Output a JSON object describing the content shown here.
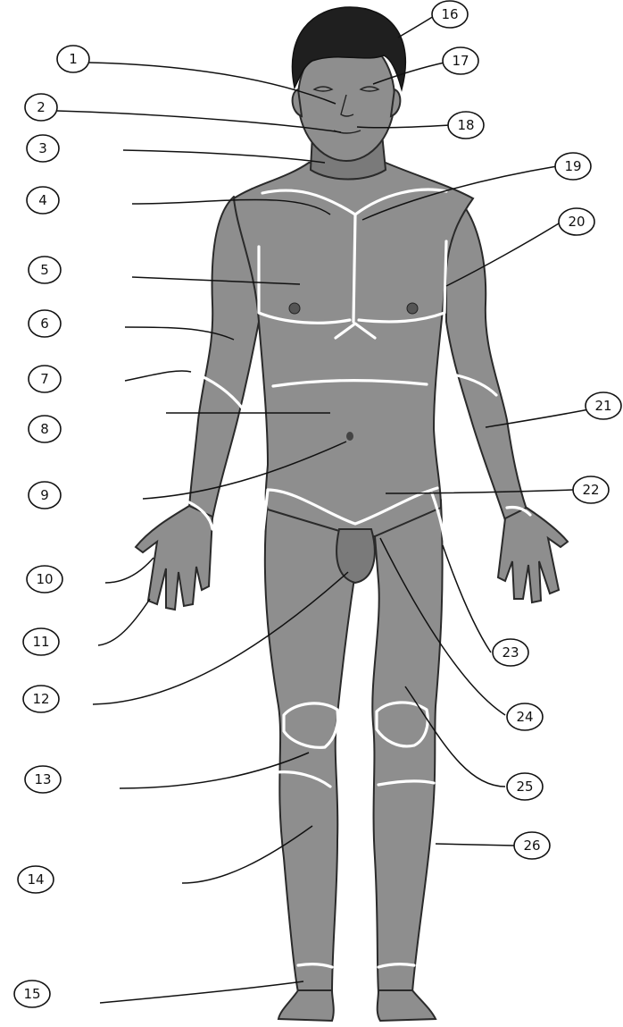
{
  "figure": {
    "callouts_left": [
      {
        "id": "c1",
        "number": "1"
      },
      {
        "id": "c2",
        "number": "2"
      },
      {
        "id": "c3",
        "number": "3"
      },
      {
        "id": "c4",
        "number": "4"
      },
      {
        "id": "c5",
        "number": "5"
      },
      {
        "id": "c6",
        "number": "6"
      },
      {
        "id": "c7",
        "number": "7"
      },
      {
        "id": "c8",
        "number": "8"
      },
      {
        "id": "c9",
        "number": "9"
      },
      {
        "id": "c10",
        "number": "10"
      },
      {
        "id": "c11",
        "number": "11"
      },
      {
        "id": "c12",
        "number": "12"
      },
      {
        "id": "c13",
        "number": "13"
      },
      {
        "id": "c14",
        "number": "14"
      },
      {
        "id": "c15",
        "number": "15"
      }
    ],
    "callouts_right": [
      {
        "id": "c16",
        "number": "16"
      },
      {
        "id": "c17",
        "number": "17"
      },
      {
        "id": "c18",
        "number": "18"
      },
      {
        "id": "c19",
        "number": "19"
      },
      {
        "id": "c20",
        "number": "20"
      },
      {
        "id": "c21",
        "number": "21"
      },
      {
        "id": "c22",
        "number": "22"
      },
      {
        "id": "c23",
        "number": "23"
      },
      {
        "id": "c24",
        "number": "24"
      },
      {
        "id": "c25",
        "number": "25"
      },
      {
        "id": "c26",
        "number": "26"
      }
    ],
    "colors": {
      "skin": "#8e8e8e",
      "hair": "#1f1f1f",
      "region_outline": "#ffffff",
      "ink": "#111111"
    }
  }
}
